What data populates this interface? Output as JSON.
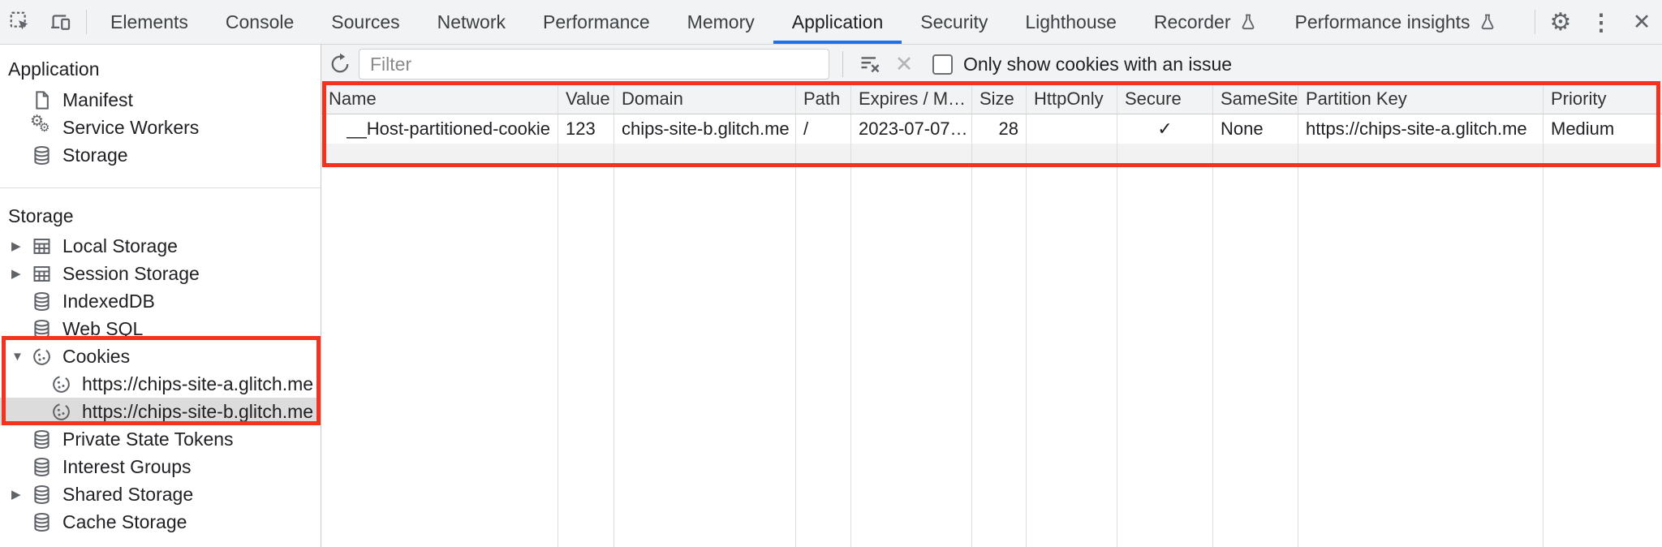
{
  "colors": {
    "accent_blue": "#1a73e8",
    "highlight_red": "#f3331e",
    "selection_gray": "#dcdcdc",
    "toolbar_gray": "#f1f3f4"
  },
  "glyphs": {
    "checkmark": "✓",
    "more_menu": "⋮",
    "close": "✕",
    "gear": "⚙",
    "collapsed_arrow": "▶",
    "expanded_arrow": "▼",
    "clear_disabled": "✕"
  },
  "tabbar": {
    "tabs": [
      {
        "label": "Elements"
      },
      {
        "label": "Console"
      },
      {
        "label": "Sources"
      },
      {
        "label": "Network"
      },
      {
        "label": "Performance"
      },
      {
        "label": "Memory"
      },
      {
        "label": "Application",
        "selected": true
      },
      {
        "label": "Security"
      },
      {
        "label": "Lighthouse"
      },
      {
        "label": "Recorder",
        "flask": true
      },
      {
        "label": "Performance insights",
        "flask": true
      }
    ]
  },
  "sidebar": {
    "sections": [
      {
        "header": "Application",
        "items": [
          {
            "label": "Manifest",
            "icon": "document-icon"
          },
          {
            "label": "Service Workers",
            "icon": "service-worker-icon"
          },
          {
            "label": "Storage",
            "icon": "database-icon"
          }
        ]
      },
      {
        "header": "Storage",
        "items": [
          {
            "label": "Local Storage",
            "icon": "table-icon",
            "arrow": "collapsed"
          },
          {
            "label": "Session Storage",
            "icon": "table-icon",
            "arrow": "collapsed"
          },
          {
            "label": "IndexedDB",
            "icon": "database-icon"
          },
          {
            "label": "Web SQL",
            "icon": "database-icon"
          },
          {
            "label": "Cookies",
            "icon": "cookie-icon",
            "arrow": "expanded"
          },
          {
            "label": "https://chips-site-a.glitch.me",
            "icon": "cookie-icon",
            "child": true
          },
          {
            "label": "https://chips-site-b.glitch.me",
            "icon": "cookie-icon",
            "child": true,
            "selected": true
          },
          {
            "label": "Private State Tokens",
            "icon": "database-icon"
          },
          {
            "label": "Interest Groups",
            "icon": "database-icon"
          },
          {
            "label": "Shared Storage",
            "icon": "database-icon",
            "arrow": "collapsed"
          },
          {
            "label": "Cache Storage",
            "icon": "database-icon"
          }
        ]
      }
    ]
  },
  "toolbar": {
    "filter_placeholder": "Filter",
    "checkbox_label": "Only show cookies with an issue",
    "checkbox_checked": false
  },
  "cookie_table": {
    "columns": [
      "Name",
      "Value",
      "Domain",
      "Path",
      "Expires / M…",
      "Size",
      "HttpOnly",
      "Secure",
      "SameSite",
      "Partition Key",
      "Priority"
    ],
    "rows": [
      {
        "name": "__Host-partitioned-cookie",
        "value": "123",
        "domain": "chips-site-b.glitch.me",
        "path": "/",
        "expires": "2023-07-07…",
        "size": "28",
        "http_only": "",
        "secure": "✓",
        "same_site": "None",
        "partition_key": "https://chips-site-a.glitch.me",
        "priority": "Medium"
      }
    ]
  }
}
